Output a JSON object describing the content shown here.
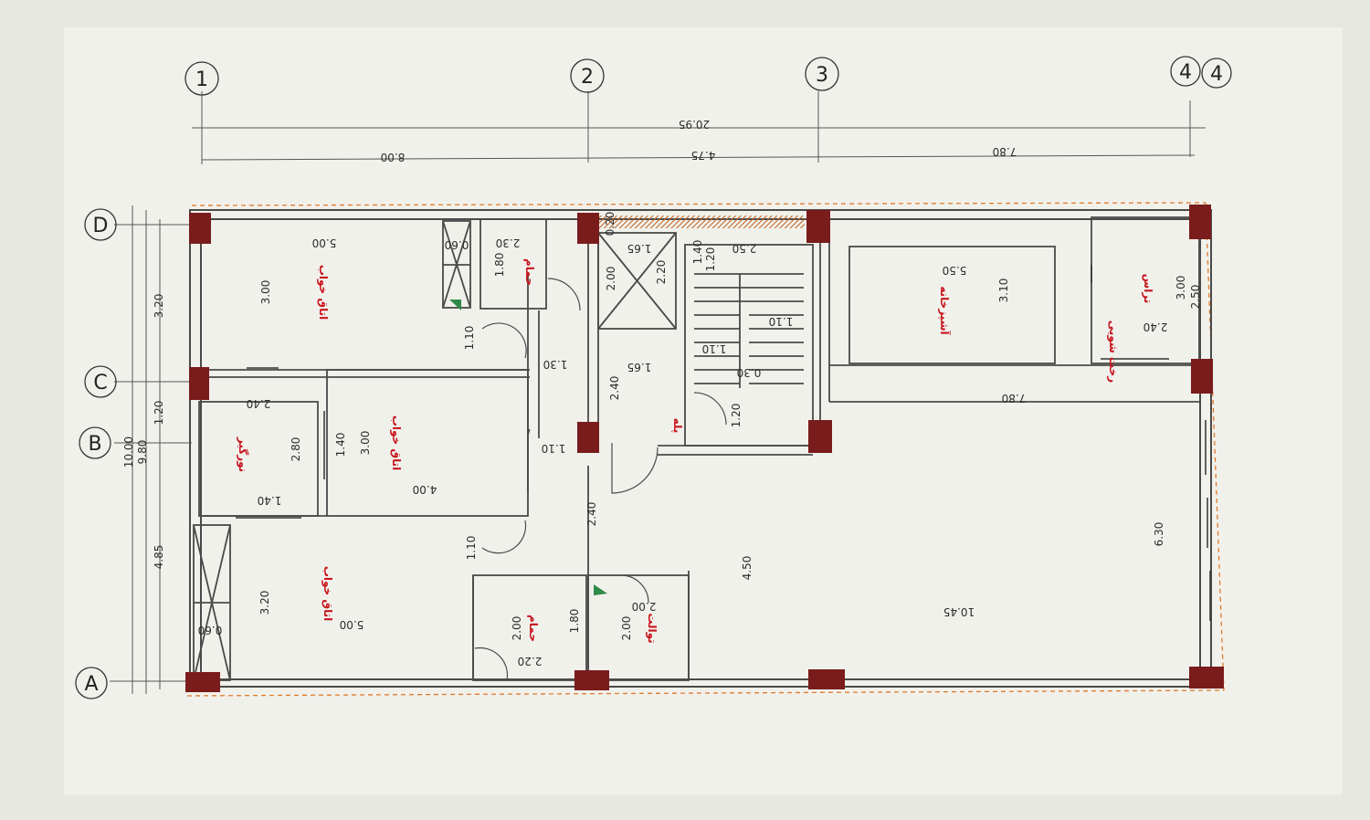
{
  "colors": {
    "paper": "#efefea",
    "wall": "#4a4a4a",
    "column": "#7a1c1c",
    "room_label": "#c8141c",
    "dimension": "#2b2b2b",
    "boundary": "#e07a2a"
  },
  "grid_axes": {
    "columns": [
      "1",
      "2",
      "3",
      "4"
    ],
    "column_4_secondary": "4",
    "rows": [
      "A",
      "B",
      "C",
      "D"
    ]
  },
  "top_dimensions": {
    "overall": "20.95",
    "span_1_2": "8.00",
    "span_2_3": "4.75",
    "span_3_4": "7.80"
  },
  "left_dimensions": {
    "overall_outer": "10.00",
    "overall_inner": "9.80",
    "a_b": "4.85",
    "b_c": "1.20",
    "c_d": "3.20"
  },
  "rooms": {
    "bedroom_top": "اتاق خواب",
    "bedroom_middle": "اتاق خواب",
    "bedroom_bottom": "اتاق خواب",
    "lightwell": "نورگیر",
    "bath_top": "حمام",
    "bath_bottom": "حمام",
    "wc": "توالت",
    "kitchen": "آشپزخانه",
    "terrace": "تراس",
    "laundry": "رخت شویی",
    "stair": "پله"
  },
  "dims": {
    "bed_top_len": "5.00",
    "bed_top_w": "3.00",
    "wardrobe_top": "0.60",
    "bath_top_len": "2.30",
    "bath_top_w": "1.80",
    "door_bath_top": "1.10",
    "corr_1": "1.30",
    "corr_2": "1.65",
    "lift_a": "1.65",
    "lift_b": "2.00",
    "lift_c": "2.20",
    "lift_d": "1.40",
    "lift_e": "1.20",
    "shaft": "0.20",
    "stair_a": "2.50",
    "stair_b": "1.10",
    "stair_c": "1.10",
    "stair_d": "0.30",
    "stair_e": "1.20",
    "kitchen_len": "5.50",
    "kitchen_w": "3.10",
    "terrace_w1": "3.00",
    "terrace_w2": "2.50",
    "terrace_len": "2.40",
    "living_len": "7.80",
    "living_w": "6.30",
    "light_len": "2.40",
    "light_w": "2.80",
    "light_b": "1.40",
    "light_c": "1.40",
    "bed_mid_w": "3.00",
    "bed_mid_len": "4.00",
    "door_mid": "1.10",
    "hall_a": "2.40",
    "hall_b": "2.40",
    "stair_depth": "4.50",
    "bed_bot_w": "3.20",
    "bed_bot_len": "5.00",
    "wardrobe_bot": "0.60",
    "door_bot": "1.10",
    "bath_bot_w": "2.00",
    "bath_bot_h": "1.80",
    "bath_bot_len": "2.20",
    "wc_a": "2.00",
    "wc_b": "2.00",
    "living_total": "10.45"
  }
}
